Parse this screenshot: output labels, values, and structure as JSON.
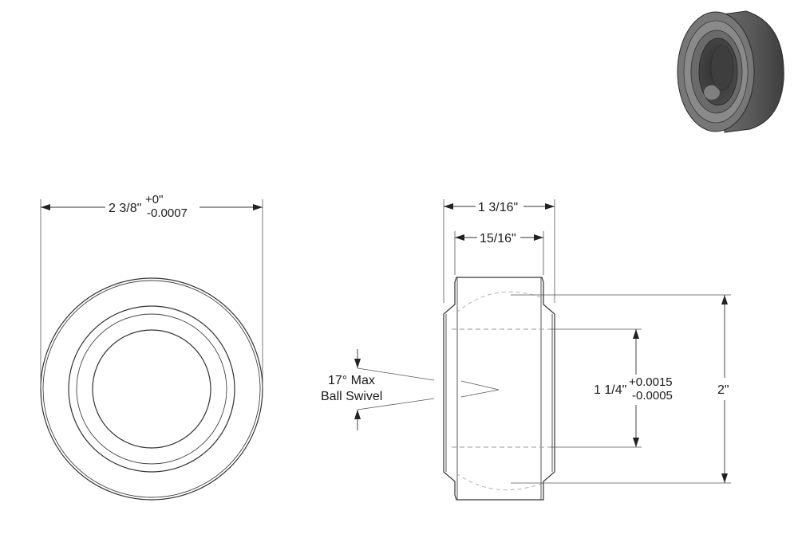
{
  "dimensions": {
    "outer_diameter": {
      "value": "2 3/8\"",
      "tol_plus": "+0\"",
      "tol_minus": "-0.0007"
    },
    "total_width": {
      "value": "1 3/16\""
    },
    "inner_width": {
      "value": "15/16\""
    },
    "bore": {
      "value": "1 1/4\"",
      "tol_plus": "+0.0015",
      "tol_minus": "-0.0005"
    },
    "ball_diameter": {
      "value": "2\""
    }
  },
  "notes": {
    "swivel_line1": "17° Max",
    "swivel_line2": "Ball Swivel"
  },
  "iso_view": {
    "body_color": "#5f5f5f",
    "highlight_color": "#9a9a9a",
    "bore_color": "#3a3a3a"
  }
}
